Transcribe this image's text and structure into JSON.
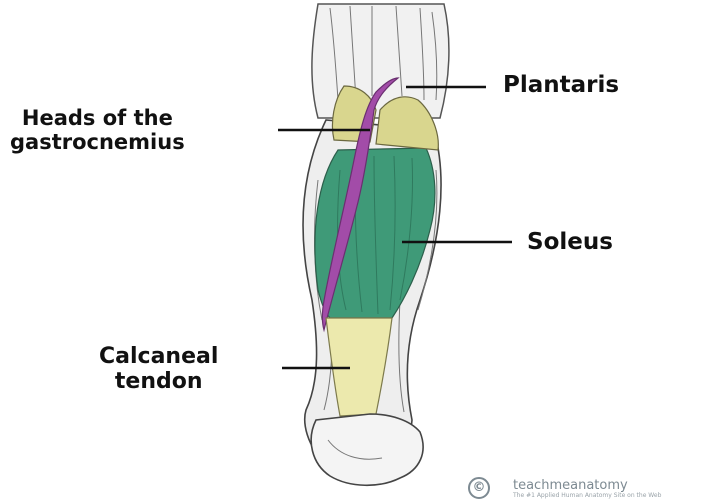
{
  "labels": {
    "plantaris": "Plantaris",
    "heads_line1": "Heads of the",
    "heads_line2": "gastrocnemius",
    "soleus": "Soleus",
    "calcaneal_line1": "Calcaneal",
    "calcaneal_line2": "tendon"
  },
  "watermark": {
    "logo_glyph": "©",
    "name": "teachmeanatomy",
    "tagline": "The #1 Applied Human Anatomy Site on the Web"
  },
  "colors": {
    "gastrocnemius_heads": "#d9d68e",
    "soleus": "#3f9a78",
    "plantaris": "#a24ca8",
    "calcaneal_tendon": "#ece9ad",
    "outline": "#555555",
    "leader_lines": "#111111"
  }
}
